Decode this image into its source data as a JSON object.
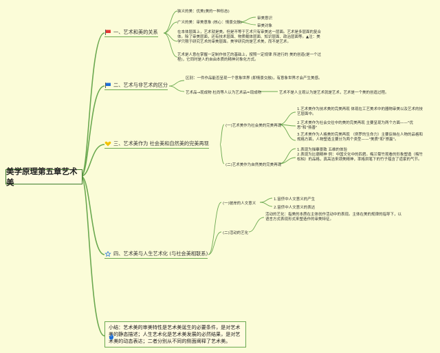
{
  "root": {
    "title": "美学原理第五章艺术美"
  },
  "topics": [
    {
      "label": "一、艺术和美的关系",
      "icon": "flag-red-icon",
      "items": [
        {
          "text": "狭义的美：优美(美的一种形态)"
        },
        {
          "text": "广义的美：审美意象 (核心：情景交融)",
          "children": [
            "审美意识",
            "审美对象"
          ]
        },
        {
          "text": "在本体层面上，艺术就是美。但是不等于艺术只有审美这一层面。艺术是多层面的复合体。除了审美层面，还有技术层面、物质载体层面、知识层面、政治层面等。▲注：美学只限于研究艺术的审美层面。美学研究的是艺术美，而不是艺术。"
        },
        {
          "text": "艺术是人意在掌握一定制作技艺的基础上，按照一定规律 所进行的 美的创造(是一个过程)，它同时是人的自由本质的精神对象化方式。"
        }
      ]
    },
    {
      "label": "二、艺术与非艺术的区分",
      "icon": "flag-blue-icon",
      "items": [
        {
          "text": "区别：一件作品能否呈现一个意象世界 (即情景交融)，有意象世界才会产生美感。"
        },
        {
          "text": "艺术品→现成物 杜尚等人认为艺术品=现成物",
          "aside": "艺术不是人主观认为是艺术就是艺术，艺术是一个美的创造过程。"
        }
      ]
    },
    {
      "label": "三、艺术美作为 社会美和自然美的完美再现",
      "icon": "heart-yellow-icon",
      "items": [
        {
          "text": "(一)艺术美作为社会美的完美再现",
          "notes": [
            "1.艺术美作为技术美的完美再现 体现在工艺美术中的器物审美以及艺术的技艺层面中。",
            "2.艺术美作为社会交往中的美的完美再现 主要呈现为两个方面——\"优思\"和\"扬善\"",
            "3.艺术美作为人格美的完美再现 （例罗的生命力）主要反映在人物的品格和规格方面，人物塑造主要分为两个类型——\"美质\"和\"崇赢\"。"
          ]
        },
        {
          "text": "(二)艺术美作为自然美的完美再现",
          "notes": [
            "1.表现为描摹景致 五维的体验",
            "2.表现为比德精神 例：中国文化中的四君。梅兰菊竹观看的形象塑造（梅竹松柏）的品格，真高洁来颂美精神，率格烘笔下的竹子蕴含了道家的气节。"
          ]
        }
      ]
    },
    {
      "label": "四、艺术美与人生艺术化 (与社会美相联系)",
      "icon": "star-blue-icon",
      "items": [
        {
          "text": "(一)彼岸的人文意义",
          "children": [
            "1.宙侪中人文意义的产生",
            "2.宙侪中人文意义的表达"
          ]
        },
        {
          "text": "(二)活动的艺化",
          "notes": [
            "活动的艺化：指美的本质在主体创作活动中的表现。主体在美的规律的指导下，以语言方式表现形式来塑造作的审美特征。"
          ]
        }
      ]
    }
  ],
  "summary": {
    "icon": "flame-icon",
    "text": "小结：艺术美的审美特性是艺术美诞生的必要条件，是对艺术美的静态描述；人生艺术化是艺术美发展的必然结果，是对艺术美的动态表达；二者分别从不同的侧面阐释了艺术美。"
  },
  "colors": {
    "background": "#fbfcd8",
    "line": "#6aa84f",
    "flag_red": "#e53935",
    "flag_blue": "#1e6fd9",
    "heart": "#f2c200",
    "star": "#1e6fd9",
    "flame": "#1e6fd9"
  }
}
